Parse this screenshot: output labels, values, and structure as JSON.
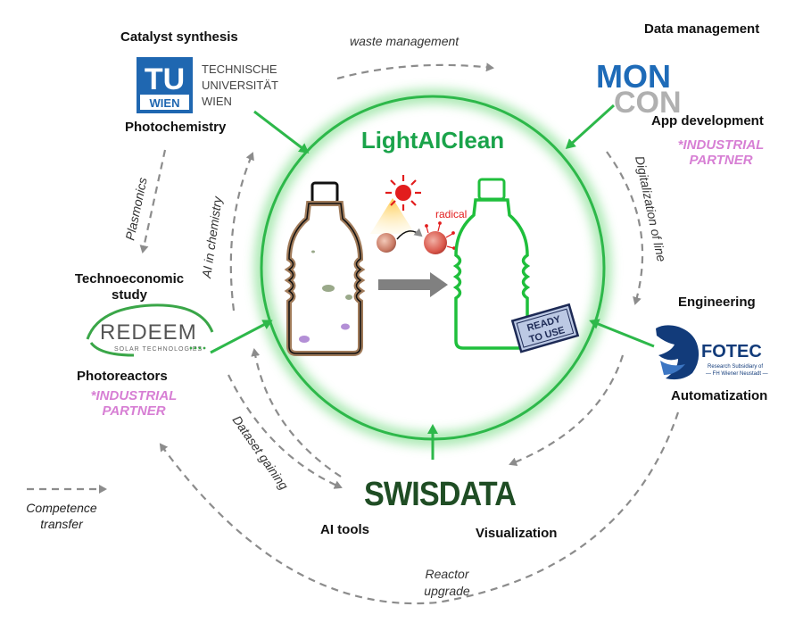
{
  "title": "LightAIClean",
  "colors": {
    "ring": "#2db84a",
    "title": "#1aa34a",
    "dash": "#8c8c8c",
    "industrial": "#d77fd4",
    "tu_blue": "#1f67b1",
    "moncon_blue": "#1e6bb8",
    "moncon_gray": "#b0b0b0",
    "redeem_green": "#3aa648",
    "fotec_blue": "#123b7a",
    "swisdata_green": "#1f4d24",
    "bottle_brown": "#a07b5a",
    "bottle_green": "#1fbf3c"
  },
  "partners": {
    "tu": {
      "heading": "Catalyst synthesis",
      "logo_mark_top": "TU",
      "logo_mark_bottom": "WIEN",
      "logo_text": [
        "TECHNISCHE",
        "UNIVERSITÄT",
        "WIEN"
      ],
      "role": "Photochemistry"
    },
    "moncon": {
      "heading": "Data management",
      "logo_top": "MON",
      "logo_bottom": "CON",
      "role": "App development",
      "note": [
        "*INDUSTRIAL",
        "PARTNER"
      ]
    },
    "redeem": {
      "heading": [
        "Technoeconomic",
        "study"
      ],
      "logo_text": "REDEEM",
      "logo_sub": "SOLAR TECHNOLOGIES",
      "role": "Photoreactors",
      "note": [
        "*INDUSTRIAL",
        "PARTNER"
      ]
    },
    "fotec": {
      "heading": "Engineering",
      "logo_text": "FOTEC",
      "logo_sub1": "Research Subsidiary of",
      "logo_sub2": "— FH Wiener Neustadt —",
      "role": "Automatization"
    },
    "swisdata": {
      "logo_text": "SWISDATA",
      "role_left": "AI tools",
      "role_right": "Visualization"
    }
  },
  "flows": {
    "waste": "waste management",
    "plasmonics": "Plasmonics",
    "ai_chem": "AI in chemistry",
    "digital": "Digitalization of line",
    "dataset": "Dataset gaining",
    "reactor": [
      "Reactor",
      "upgrade"
    ]
  },
  "center": {
    "radical": "radical",
    "stamp": [
      "READY",
      "TO USE"
    ]
  },
  "legend": [
    "Competence",
    "transfer"
  ]
}
